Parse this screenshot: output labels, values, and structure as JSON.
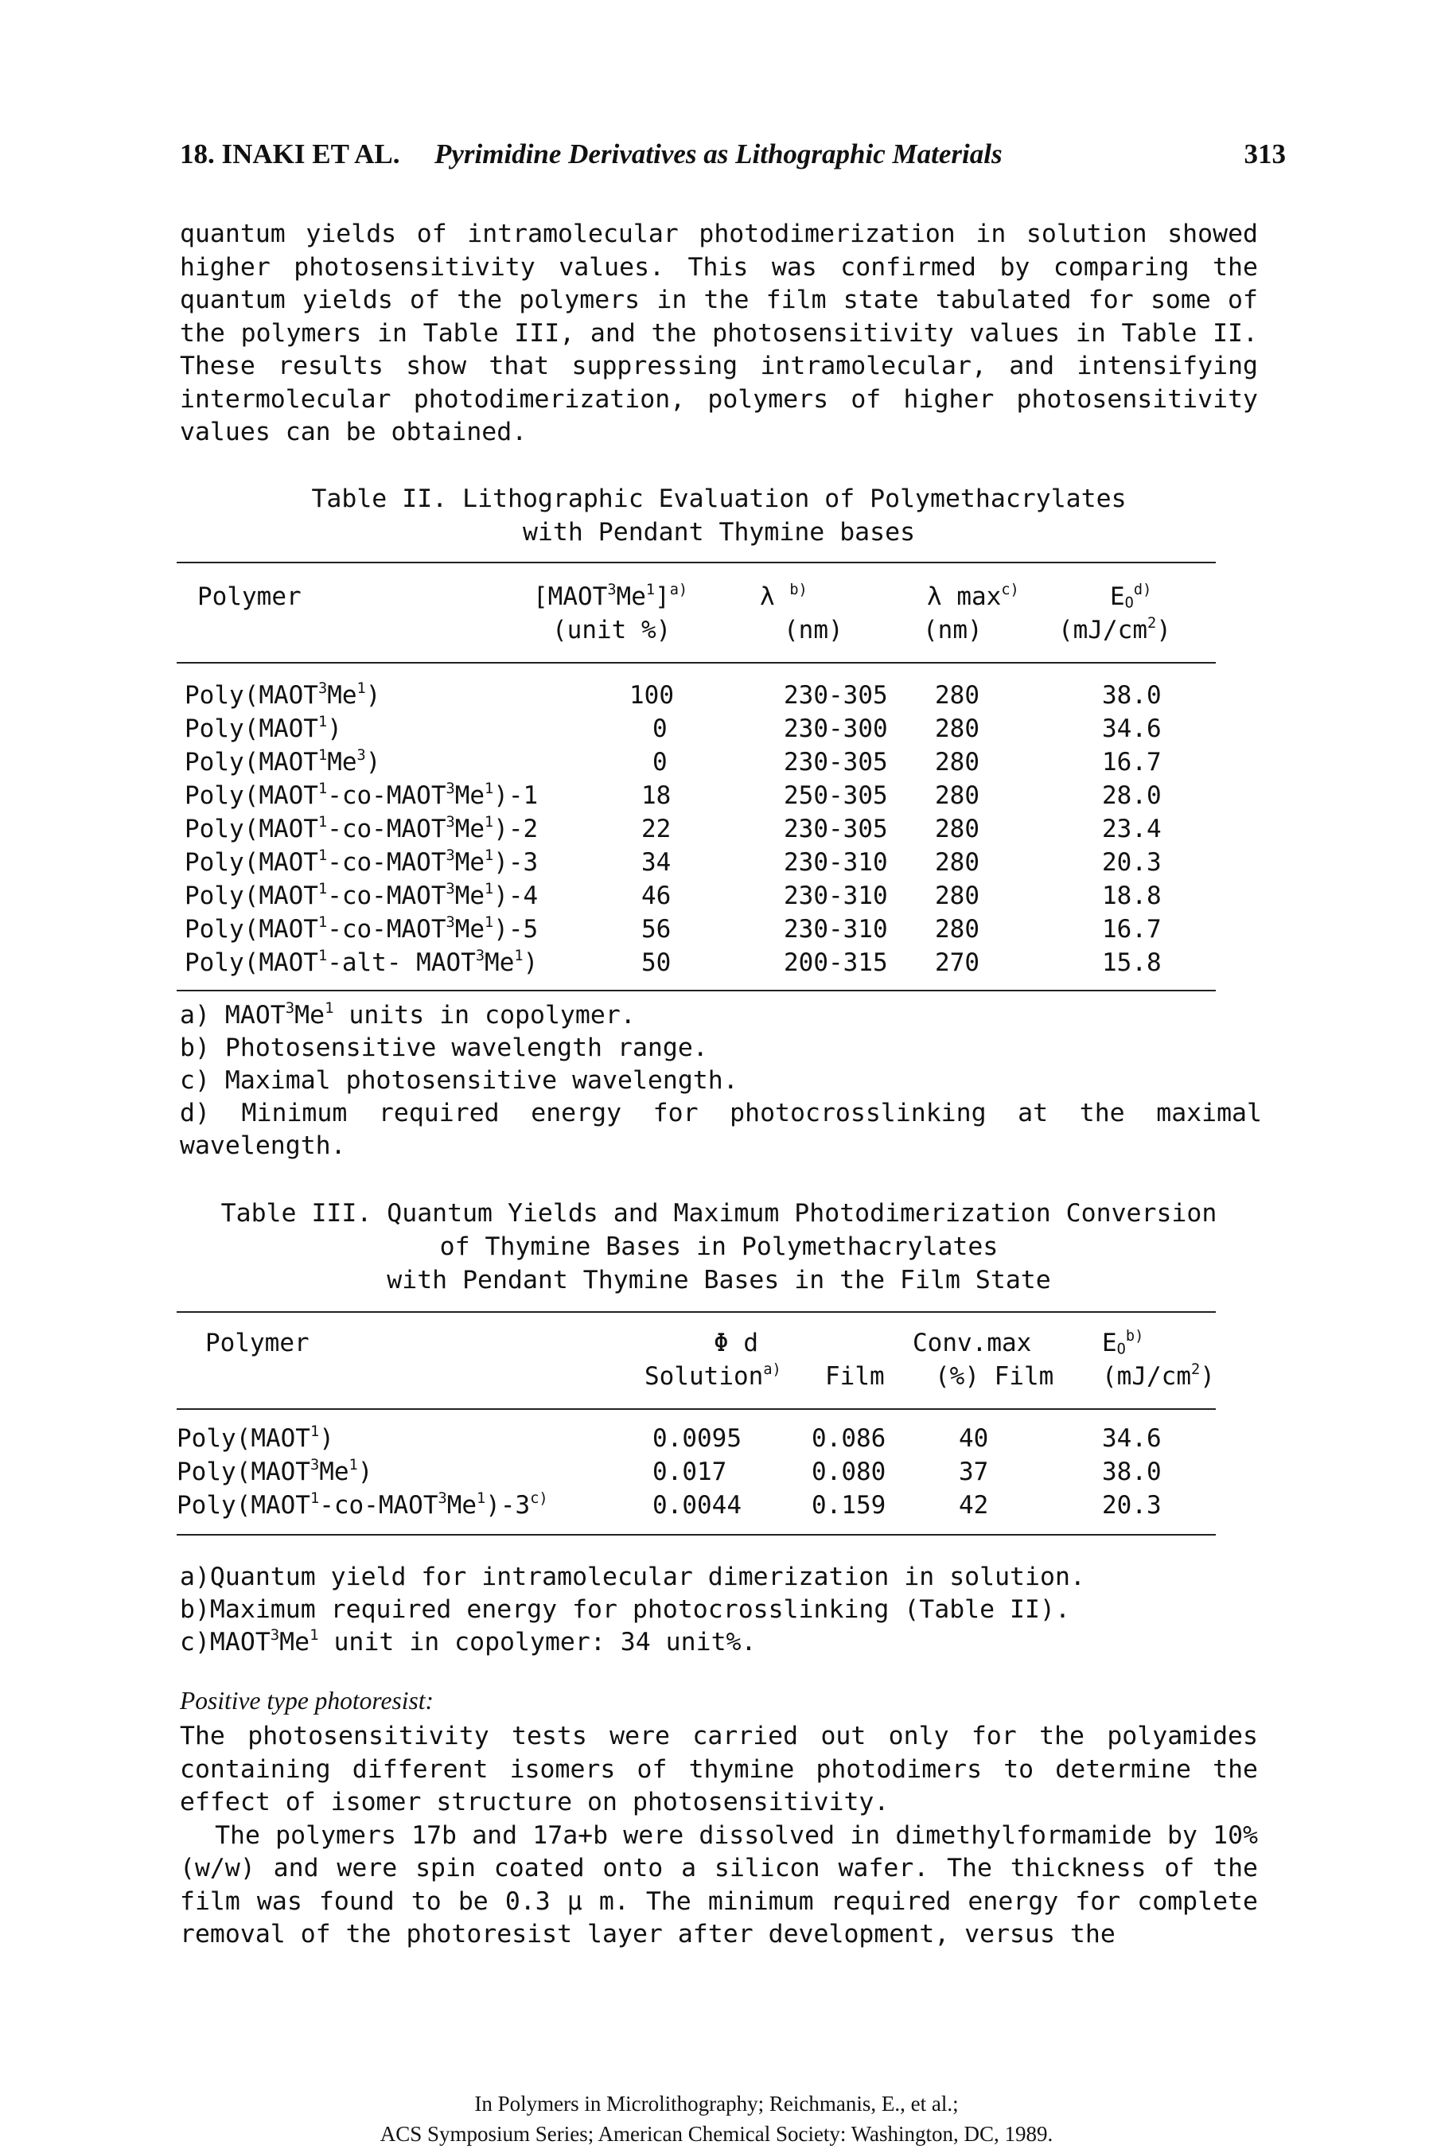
{
  "header": {
    "section": "18.  INAKI ET AL.",
    "title": "Pyrimidine Derivatives as Lithographic Materials",
    "page_number": "313"
  },
  "intro_paragraph": "quantum yields of intramolecular photodimerization in solution showed higher photosensitivity values. This was confirmed by comparing the quantum yields of the polymers in the film state tabulated for some of the polymers in Table III, and the photosensitivity values in Table II. These results show that suppressing intramolecular, and intensifying intermolecular photodimerization, polymers of higher photosensitivity values can be obtained.",
  "table2": {
    "caption_line1": "Table II. Lithographic Evaluation of Polymethacrylates",
    "caption_line2": "with Pendant Thymine bases",
    "headers": {
      "polymer": "Polymer",
      "unit_line1": "[MAOT3Me1]a)",
      "unit_line2": "(unit %)",
      "lambda_line1": "λ b)",
      "lambda_line2": "(nm)",
      "lmax_line1": "λ maxc)",
      "lmax_line2": "(nm)",
      "eo_line1": "EOd)",
      "eo_line2": "(mJ/cm2)"
    },
    "rows": [
      {
        "polymer": "Poly(MAOT3Me1)",
        "unit": "100",
        "lambda": "230-305",
        "lmax": "280",
        "eo": "38.0"
      },
      {
        "polymer": "Poly(MAOT1)",
        "unit": "0",
        "lambda": "230-300",
        "lmax": "280",
        "eo": "34.6"
      },
      {
        "polymer": "Poly(MAOT1Me3)",
        "unit": "0",
        "lambda": "230-305",
        "lmax": "280",
        "eo": "16.7"
      },
      {
        "polymer": "Poly(MAOT1-co-MAOT3Me1)-1",
        "unit": "18",
        "lambda": "250-305",
        "lmax": "280",
        "eo": "28.0"
      },
      {
        "polymer": "Poly(MAOT1-co-MAOT3Me1)-2",
        "unit": "22",
        "lambda": "230-305",
        "lmax": "280",
        "eo": "23.4"
      },
      {
        "polymer": "Poly(MAOT1-co-MAOT3Me1)-3",
        "unit": "34",
        "lambda": "230-310",
        "lmax": "280",
        "eo": "20.3"
      },
      {
        "polymer": "Poly(MAOT1-co-MAOT3Me1)-4",
        "unit": "46",
        "lambda": "230-310",
        "lmax": "280",
        "eo": "18.8"
      },
      {
        "polymer": "Poly(MAOT1-co-MAOT3Me1)-5",
        "unit": "56",
        "lambda": "230-310",
        "lmax": "280",
        "eo": "16.7"
      },
      {
        "polymer": "Poly(MAOT1-alt- MAOT3Me1)",
        "unit": "50",
        "lambda": "200-315",
        "lmax": "270",
        "eo": "15.8"
      }
    ],
    "notes": [
      "a) MAOT3Me1 units in copolymer.",
      "b) Photosensitive wavelength range.",
      "c) Maximal photosensitive wavelength.",
      "d) Minimum required energy for photocrosslinking at the maximal wavelength."
    ]
  },
  "table3": {
    "caption_line1": "Table III. Quantum Yields and Maximum Photodimerization Conversion",
    "caption_line2": "of Thymine Bases in Polymethacrylates",
    "caption_line3": "with Pendant Thymine Bases in the Film State",
    "headers": {
      "polymer": "Polymer",
      "phi": "Φ d",
      "solution": "Solutiona)",
      "film": "Film",
      "conv_line1": "Conv.max",
      "conv_line2": "(%) Film",
      "eo_line1": "EOb)",
      "eo_line2": "(mJ/cm2)"
    },
    "rows": [
      {
        "polymer": "Poly(MAOT1)",
        "solution": "0.0095",
        "film": "0.086",
        "conv": "40",
        "eo": "34.6"
      },
      {
        "polymer": "Poly(MAOT3Me1)",
        "solution": "0.017",
        "film": "0.080",
        "conv": "37",
        "eo": "38.0"
      },
      {
        "polymer": "Poly(MAOT1-co-MAOT3Me1)-3c)",
        "solution": "0.0044",
        "film": "0.159",
        "conv": "42",
        "eo": "20.3"
      }
    ],
    "notes": [
      "a)Quantum yield for intramolecular dimerization in solution.",
      "b)Maximum required energy for photocrosslinking (Table II).",
      "c)MAOT3Me1 unit in copolymer: 34 unit%."
    ]
  },
  "section": {
    "heading": "Positive type photoresist:",
    "paragraph1": "The photosensitivity tests were carried out only for the polyamides containing different isomers of thymine photodimers to determine the effect of isomer structure on photosensitivity.",
    "paragraph2": "The polymers 17b and 17a+b were dissolved in dimethylformamide by 10%(w/w) and were spin coated onto a silicon wafer. The thickness of the film was found to be 0.3 μ m. The minimum required energy for complete removal of the photoresist layer after development, versus the"
  },
  "footer": {
    "line1": "In Polymers in Microlithography; Reichmanis, E., et al.;",
    "line2": "ACS Symposium Series; American Chemical Society: Washington, DC, 1989."
  }
}
